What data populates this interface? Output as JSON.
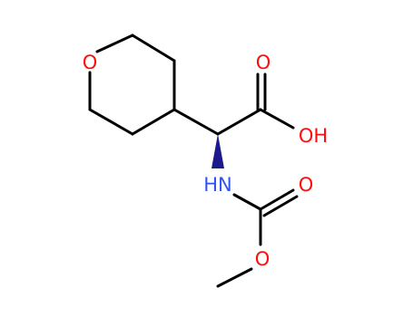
{
  "molecule": {
    "atom_labels": {
      "ring_oxygen": "O",
      "carbonyl_oxygen": "O",
      "hydroxyl": "OH",
      "amine": "HN",
      "carbamate_carbonyl_oxygen": "O",
      "ester_oxygen": "O"
    },
    "colors": {
      "bond": "#000000",
      "oxygen": "#ff0d0d",
      "nitrogen": "#3050f8",
      "wedge": "#1a1a8c"
    }
  }
}
